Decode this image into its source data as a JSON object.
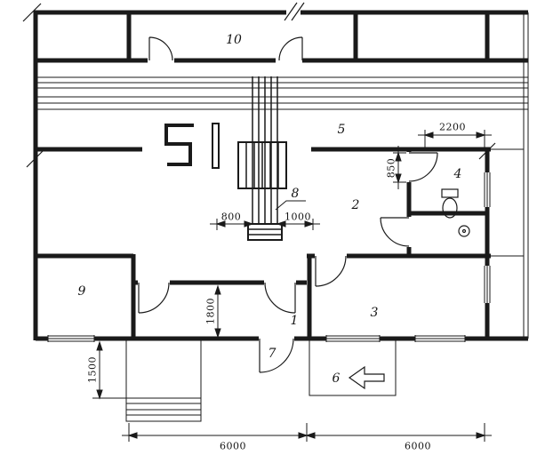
{
  "rooms": {
    "r1": "1",
    "r2": "2",
    "r3": "3",
    "r4": "4",
    "r5": "5",
    "r6": "6",
    "r7": "7",
    "r8": "8",
    "r9": "9",
    "r10": "10"
  },
  "dimensions": {
    "sanitary_width": "2200",
    "sanitary_door": "850",
    "stair_flight_a": "800",
    "stair_flight_b": "1000",
    "vestibule_depth": "1800",
    "porch_offset": "1500",
    "bay_left": "6000",
    "bay_right": "6000"
  },
  "icons": {
    "entrance_arrow_icon": "outline-left-arrow",
    "toilet_icon": "wc-plan-symbol"
  }
}
